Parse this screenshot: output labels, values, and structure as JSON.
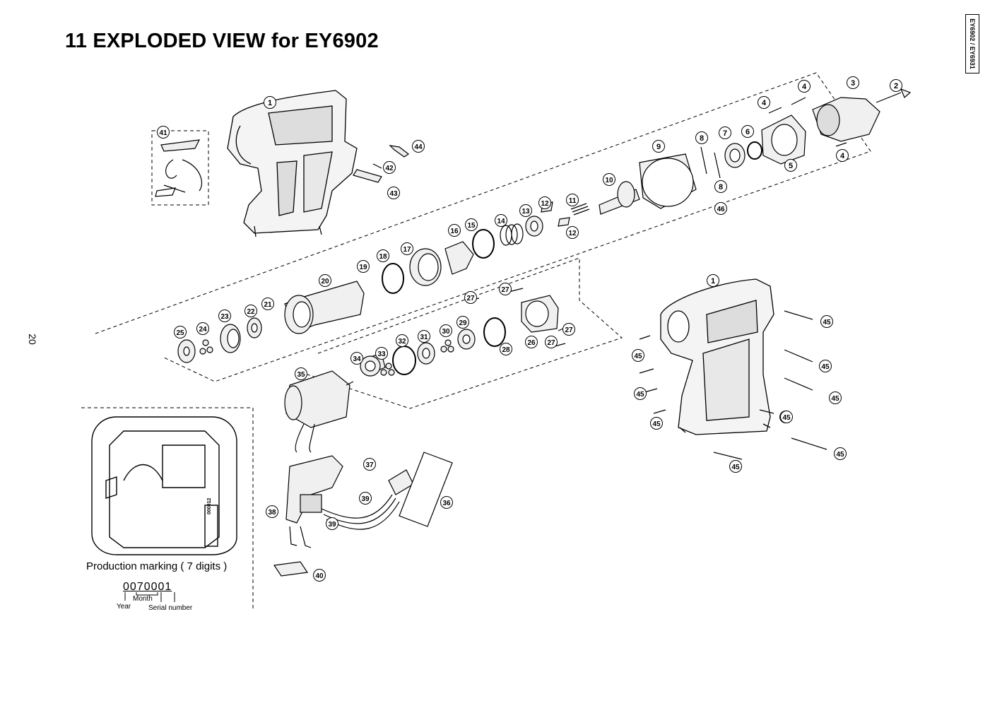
{
  "page": {
    "title": "11 EXPLODED VIEW for EY6902",
    "model_tab": "EY6902 / EY6931",
    "page_number": "20"
  },
  "production_marking": {
    "label": "Production marking ( 7 digits )",
    "example": "0070001",
    "year_label": "Year",
    "month_label": "Month",
    "serial_label": "Serial number",
    "plate_code": "000012"
  },
  "parts": [
    {
      "id": "p1",
      "n": "1"
    },
    {
      "id": "p2",
      "n": "2"
    },
    {
      "id": "p3",
      "n": "3"
    },
    {
      "id": "p4a",
      "n": "4"
    },
    {
      "id": "p4b",
      "n": "4"
    },
    {
      "id": "p4c",
      "n": "4"
    },
    {
      "id": "p5",
      "n": "5"
    },
    {
      "id": "p6",
      "n": "6"
    },
    {
      "id": "p7",
      "n": "7"
    },
    {
      "id": "p8a",
      "n": "8"
    },
    {
      "id": "p8b",
      "n": "8"
    },
    {
      "id": "p9",
      "n": "9"
    },
    {
      "id": "p10",
      "n": "10"
    },
    {
      "id": "p11",
      "n": "11"
    },
    {
      "id": "p12a",
      "n": "12"
    },
    {
      "id": "p12b",
      "n": "12"
    },
    {
      "id": "p13",
      "n": "13"
    },
    {
      "id": "p14",
      "n": "14"
    },
    {
      "id": "p15",
      "n": "15"
    },
    {
      "id": "p16",
      "n": "16"
    },
    {
      "id": "p17",
      "n": "17"
    },
    {
      "id": "p18",
      "n": "18"
    },
    {
      "id": "p19",
      "n": "19"
    },
    {
      "id": "p20",
      "n": "20"
    },
    {
      "id": "p21",
      "n": "21"
    },
    {
      "id": "p22",
      "n": "22"
    },
    {
      "id": "p23",
      "n": "23"
    },
    {
      "id": "p24",
      "n": "24"
    },
    {
      "id": "p25",
      "n": "25"
    },
    {
      "id": "p26",
      "n": "26"
    },
    {
      "id": "p27a",
      "n": "27"
    },
    {
      "id": "p27b",
      "n": "27"
    },
    {
      "id": "p27c",
      "n": "27"
    },
    {
      "id": "p27d",
      "n": "27"
    },
    {
      "id": "p28",
      "n": "28"
    },
    {
      "id": "p29",
      "n": "29"
    },
    {
      "id": "p30",
      "n": "30"
    },
    {
      "id": "p31",
      "n": "31"
    },
    {
      "id": "p32",
      "n": "32"
    },
    {
      "id": "p33",
      "n": "33"
    },
    {
      "id": "p34",
      "n": "34"
    },
    {
      "id": "p35",
      "n": "35"
    },
    {
      "id": "p36",
      "n": "36"
    },
    {
      "id": "p37",
      "n": "37"
    },
    {
      "id": "p38",
      "n": "38"
    },
    {
      "id": "p39a",
      "n": "39"
    },
    {
      "id": "p39b",
      "n": "39"
    },
    {
      "id": "p40",
      "n": "40"
    },
    {
      "id": "p41",
      "n": "41"
    },
    {
      "id": "p42",
      "n": "42"
    },
    {
      "id": "p43",
      "n": "43"
    },
    {
      "id": "p44",
      "n": "44"
    },
    {
      "id": "p46",
      "n": "46"
    },
    {
      "id": "p1b",
      "n": "1"
    },
    {
      "id": "p45a",
      "n": "45"
    },
    {
      "id": "p45b",
      "n": "45"
    },
    {
      "id": "p45c",
      "n": "45"
    },
    {
      "id": "p45d",
      "n": "45"
    },
    {
      "id": "p45e",
      "n": "45"
    },
    {
      "id": "p45f",
      "n": "45"
    },
    {
      "id": "p45g",
      "n": "45"
    },
    {
      "id": "p45h",
      "n": "45"
    },
    {
      "id": "p45i",
      "n": "45"
    },
    {
      "id": "p45j",
      "n": "45"
    }
  ]
}
